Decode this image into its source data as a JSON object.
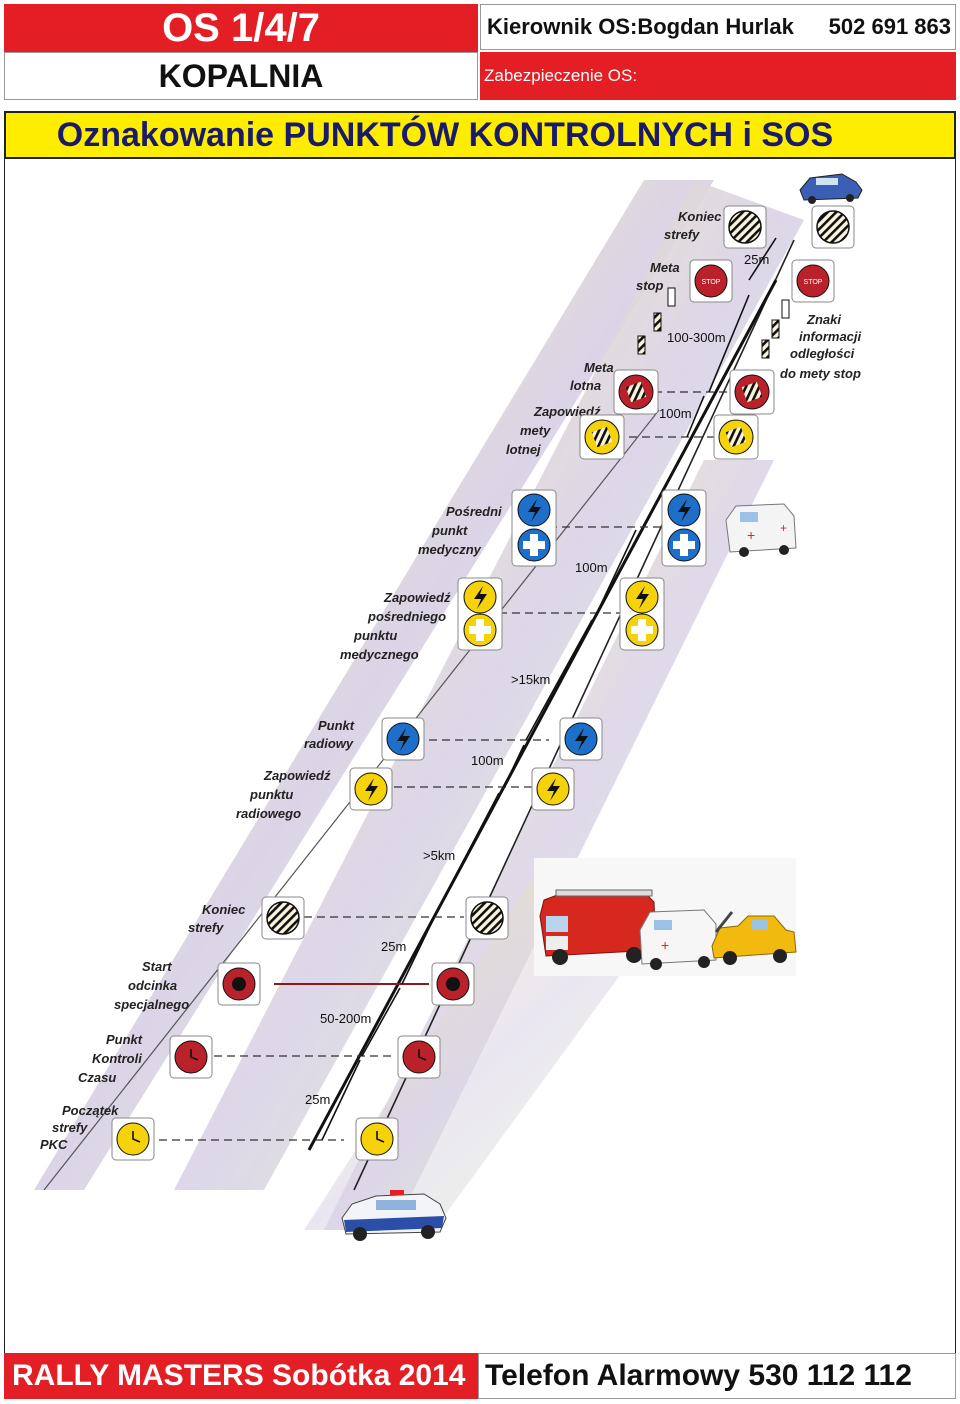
{
  "header": {
    "stage": "OS 1/4/7",
    "stage_name": "KOPALNIA",
    "director": "Kierownik OS:Bogdan Hurlak",
    "phone": "502 691 863",
    "safety": "Zabezpieczenie OS:",
    "section_title": "Oznakowanie PUNKTÓW KONTROLNYCH i SOS"
  },
  "footer": {
    "event": "RALLY MASTERS Sobótka 2014",
    "alarm": "Telefon Alarmowy 530 112 112"
  },
  "colors": {
    "red": "#e31e24",
    "yellow": "#ffed00",
    "sign_blue": "#1e6fc9",
    "sign_yellow": "#f5d20a",
    "sign_red": "#b9222a"
  },
  "diagram": {
    "labels": {
      "koniec_strefy_top": [
        "Koniec",
        "strefy"
      ],
      "meta_stop": [
        "Meta",
        "stop"
      ],
      "znaki_info": [
        "Znaki",
        "informacji",
        "odległości",
        "do mety stop"
      ],
      "meta_lotna": [
        "Meta",
        "lotna"
      ],
      "zapowiedz_mety": [
        "Zapowiedź",
        "mety",
        "lotnej"
      ],
      "posredni_punkt": [
        "Pośredni",
        "punkt",
        "medyczny"
      ],
      "zapowiedz_posredniego": [
        "Zapowiedź",
        "pośredniego",
        "punktu",
        "medycznego"
      ],
      "punkt_radiowy": [
        "Punkt",
        "radiowy"
      ],
      "zapowiedz_radiowego": [
        "Zapowiedź",
        "punktu",
        "radiowego"
      ],
      "koniec_strefy_bottom": [
        "Koniec",
        "strefy"
      ],
      "start_odcinka": [
        "Start",
        "odcinka",
        "specjalnego"
      ],
      "punkt_kontroli": [
        "Punkt",
        "Kontroli",
        "Czasu"
      ],
      "poczatek_strefy": [
        "Początek",
        "strefy",
        "PKC"
      ]
    },
    "distances": {
      "d_25m_top": "25m",
      "d_100_300": "100-300m",
      "d_100_meta": "100m",
      "d_100_med": "100m",
      "d_15km": ">15km",
      "d_100_radio": "100m",
      "d_5km": ">5km",
      "d_25m_mid": "25m",
      "d_50_200": "50-200m",
      "d_25m_bot": "25m"
    },
    "sign_text": {
      "stop": "STOP"
    }
  }
}
